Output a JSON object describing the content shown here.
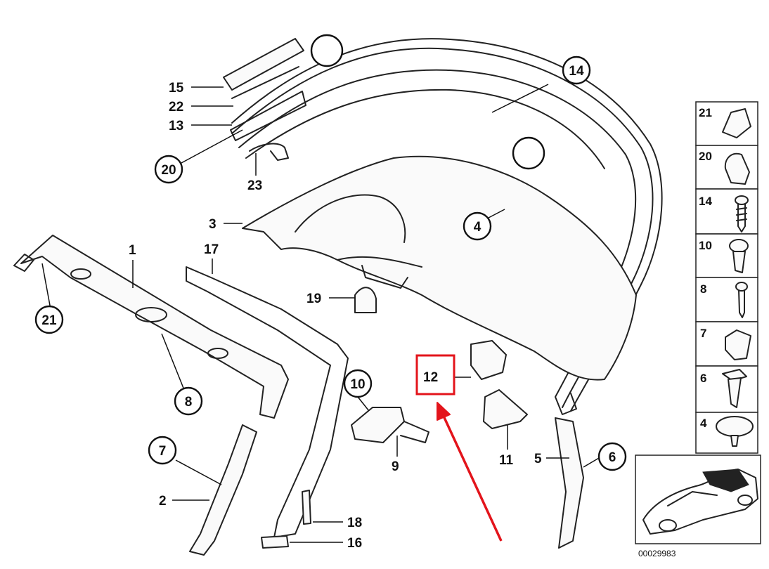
{
  "diagram": {
    "labels": {
      "n1": "1",
      "n2": "2",
      "n3": "3",
      "n4": "4",
      "n5": "5",
      "n6": "6",
      "n7": "7",
      "n8": "8",
      "n9": "9",
      "n10": "10",
      "n11": "11",
      "n12": "12",
      "n13": "13",
      "n14": "14",
      "n15": "15",
      "n16": "16",
      "n17": "17",
      "n18": "18",
      "n19": "19",
      "n20": "20",
      "n21": "21",
      "n22": "22",
      "n23": "23"
    },
    "legend_panel": {
      "items": [
        "21",
        "20",
        "14",
        "10",
        "8",
        "7",
        "6",
        "4"
      ]
    },
    "catalog_number": "00029983",
    "highlight": {
      "label": "12",
      "color": "#e3141b"
    }
  }
}
